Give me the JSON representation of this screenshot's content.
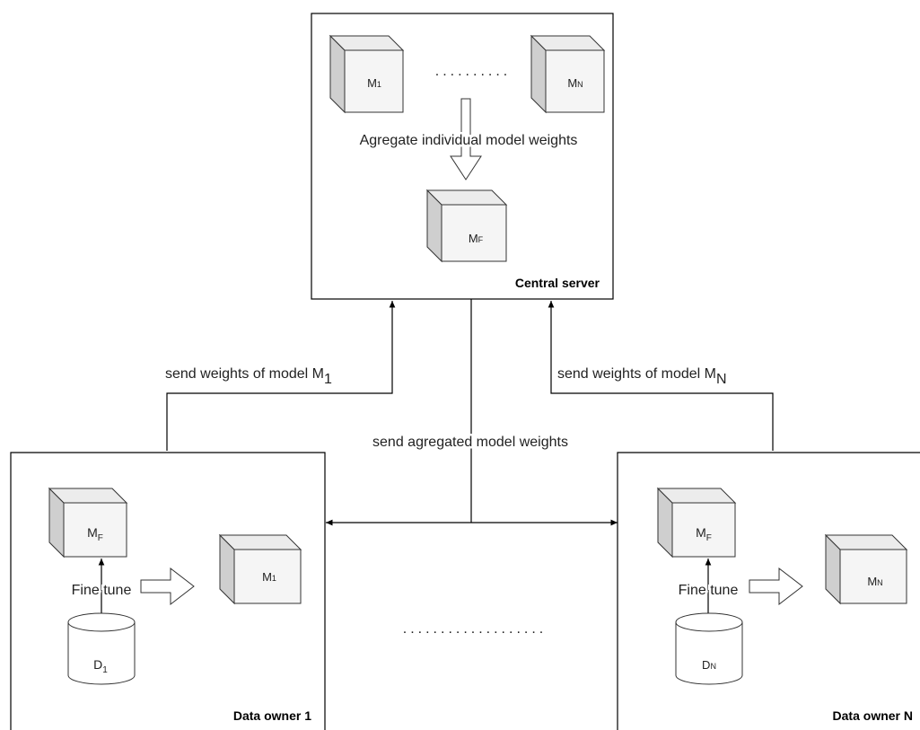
{
  "central_server": {
    "title": "Central server",
    "model_1": {
      "base": "M",
      "sub": "1"
    },
    "model_n": {
      "base": "M",
      "sub": "N"
    },
    "dots": "..........",
    "aggregate_label": "Agregate individual model weights",
    "model_f": {
      "base": "M",
      "sub": "F"
    }
  },
  "edges": {
    "send_m1": {
      "text": "send weights of model M",
      "sub": "1"
    },
    "send_mn": {
      "text": "send weights of model M",
      "sub": "N"
    },
    "send_aggregated": "send agregated model weights"
  },
  "owner_1": {
    "title": "Data owner 1",
    "model_f": {
      "base": "M",
      "sub": "F"
    },
    "fine_tune": "Fine tune",
    "model_out": {
      "base": "M",
      "sub": "1"
    },
    "dataset": {
      "base": "D",
      "sub": "1"
    }
  },
  "owner_n": {
    "title": "Data owner N",
    "model_f": {
      "base": "M",
      "sub": "F"
    },
    "fine_tune": "Fine tune",
    "model_out": {
      "base": "M",
      "sub": "N"
    },
    "dataset": {
      "base": "D",
      "sub": "N"
    }
  },
  "middle_dots": "..................."
}
